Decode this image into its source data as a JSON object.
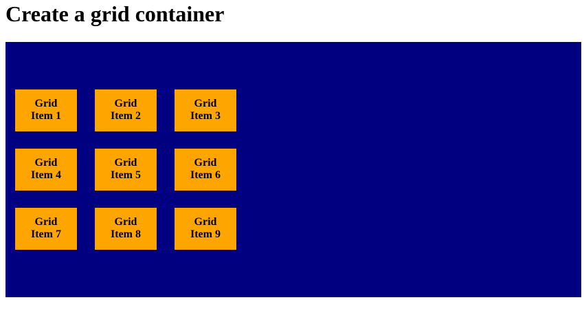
{
  "page": {
    "title": "Create a grid container"
  },
  "colors": {
    "page_background": "#FFFFFF",
    "container_background": "#000080",
    "item_background": "#FFA500",
    "text": "#000000"
  },
  "grid": {
    "items": [
      {
        "label": "Grid\nItem 1"
      },
      {
        "label": "Grid\nItem 2"
      },
      {
        "label": "Grid\nItem 3"
      },
      {
        "label": "Grid\nItem 4"
      },
      {
        "label": "Grid\nItem 5"
      },
      {
        "label": "Grid\nItem 6"
      },
      {
        "label": "Grid\nItem 7"
      },
      {
        "label": "Grid\nItem 8"
      },
      {
        "label": "Grid\nItem 9"
      }
    ]
  }
}
